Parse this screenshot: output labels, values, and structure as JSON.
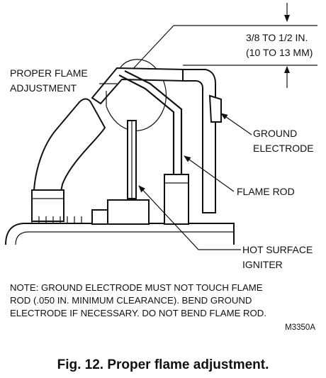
{
  "dimension": {
    "line1": "3/8 TO 1/2 IN.",
    "line2": "(10 TO 13 MM)"
  },
  "labels": {
    "proper_flame_line1": "PROPER FLAME",
    "proper_flame_line2": "ADJUSTMENT",
    "ground_electrode_line1": "GROUND",
    "ground_electrode_line2": "ELECTRODE",
    "flame_rod": "FLAME ROD",
    "hot_surface_line1": "HOT SURFACE",
    "hot_surface_line2": "IGNITER"
  },
  "note": {
    "line1": "NOTE: GROUND ELECTRODE MUST NOT TOUCH FLAME",
    "line2": "ROD (.050 IN. MINIMUM CLEARANCE). BEND GROUND",
    "line3": "ELECTRODE IF NECESSARY. DO NOT BEND FLAME ROD."
  },
  "figure_code": "M3350A",
  "caption": "Fig. 12. Proper flame adjustment."
}
